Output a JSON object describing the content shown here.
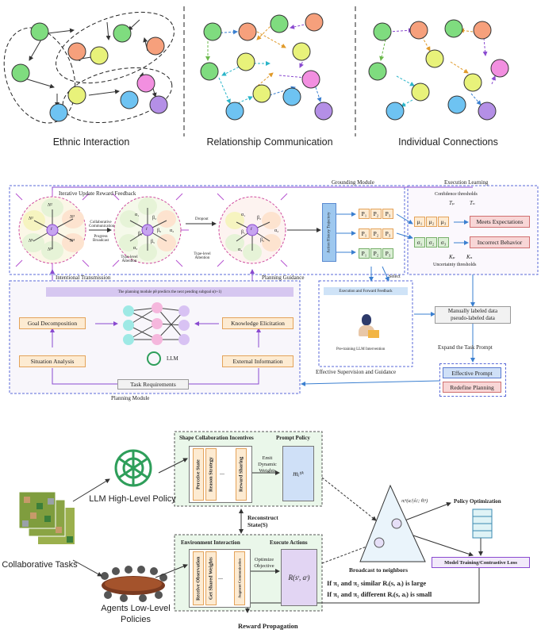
{
  "top_captions": [
    "Ethnic Interaction",
    "Relationship Communication",
    "Individual Connections"
  ],
  "middle": {
    "module_titles": {
      "grounding": "Grounding Module",
      "execution": "Execution Learning",
      "planning": "Planning Module",
      "supervision": "Effective Supervision and Guidance"
    },
    "labels": {
      "iterative": "Iterative Update Reward Feedback",
      "collab": "Collaborative Communication",
      "progress": "Progress Broadcast",
      "type_attn_1": "Type-level Attention",
      "dropout": "Dropout",
      "type_attn_2": "Type-level Attention",
      "action_history": "Action History Trajectory",
      "intentional": "Intentional Transmission",
      "planning_guidance": "Planning Guidance",
      "select": "Select",
      "planning_banner": "The planning module pθ predicts the next pending subgoal s(t+1)",
      "exec_forward": "Execution and Forward Feedback",
      "pretraining": "Pre-training LLM Intervention",
      "manual": "Manually labeled data",
      "pseudo": "pseudo-labeled data",
      "expand": "Expand the Task Prompt",
      "confidence": "Confidence thresholds",
      "uncertainty": "Uncertainty thresholds",
      "tp": "Tₚ",
      "tn": "Tₙ",
      "kp": "Kₚ",
      "kn": "Kₙ",
      "llm": "LLM"
    },
    "planning_boxes": [
      "Goal Decomposition",
      "Situation Analysis",
      "Knowledge Elicitation",
      "External Information",
      "Task Requirements"
    ],
    "p_tokens": [
      "P₁",
      "P₂",
      "P₃"
    ],
    "mu_tokens": [
      "μ₁",
      "μ₂",
      "μ₃"
    ],
    "sigma_tokens": [
      "σ₁",
      "σ₂",
      "σ₃"
    ],
    "outcomes": [
      "Meets Expectations",
      "Incorrect Behavior"
    ],
    "prompt_boxes": [
      "Effective Prompt",
      "Redefine Planning"
    ],
    "ring_labels": {
      "n1": "N¹",
      "n2": "N²",
      "n3": "N³",
      "n4": "N⁴",
      "n5": "N⁵",
      "n6": "N⁶",
      "center": "i",
      "alphas": [
        "α₁",
        "α₂",
        "α₃"
      ],
      "betas": [
        "β₁",
        "β₂",
        "β₃",
        "β₄",
        "β₅",
        "β₆"
      ]
    }
  },
  "bottom": {
    "collab_tasks": "Collaborative Tasks",
    "llm_policy": "LLM High-Level Policy",
    "agents_policy": "Agents Low-Level Policies",
    "shape_title": "Shape Collaboration Incentives",
    "prompt_policy": "Prompt Policy",
    "shape_cols": [
      "Perceive State",
      "Reason Strategy",
      "Reward Sharing"
    ],
    "ellipsis": "...",
    "emit": "Emit Dynamic Weights",
    "weight_symbol": "mᵢᵗʲᵏ",
    "reconstruct": "Reconstruct State(S)",
    "env_title": "Environment Interaction",
    "execute": "Execute Actions",
    "env_cols": [
      "Receive Observation",
      "Get Shared Weights",
      "Augment Communication"
    ],
    "optimize": "Optimize Objective",
    "reward_symbol": "R(sᵗ, aᵗ)",
    "pi_symbol": "πᵢⁿ(aᵢᵗ|ôᵢᵗ; θᵢⁿ)",
    "broadcast": "Broadcast to neighbors",
    "policy_opt": "Policy Optimization",
    "model_training": "Model Training/Contrastive Loss",
    "similar": "If π₁ and π₂ similar Rᵢ(s, aᵢ) is large",
    "different": "If π₁ and π₂ different Rᵢ(s, aᵢ) is small",
    "reward_prop": "Reward Propagation"
  },
  "colors": {
    "green_node": "#7fdc7f",
    "orange_node": "#f6a07c",
    "yellow_node": "#e8f27a",
    "pink_node": "#f28fe0",
    "blue_node": "#6ec3f2",
    "purple_node": "#b48fe6"
  }
}
